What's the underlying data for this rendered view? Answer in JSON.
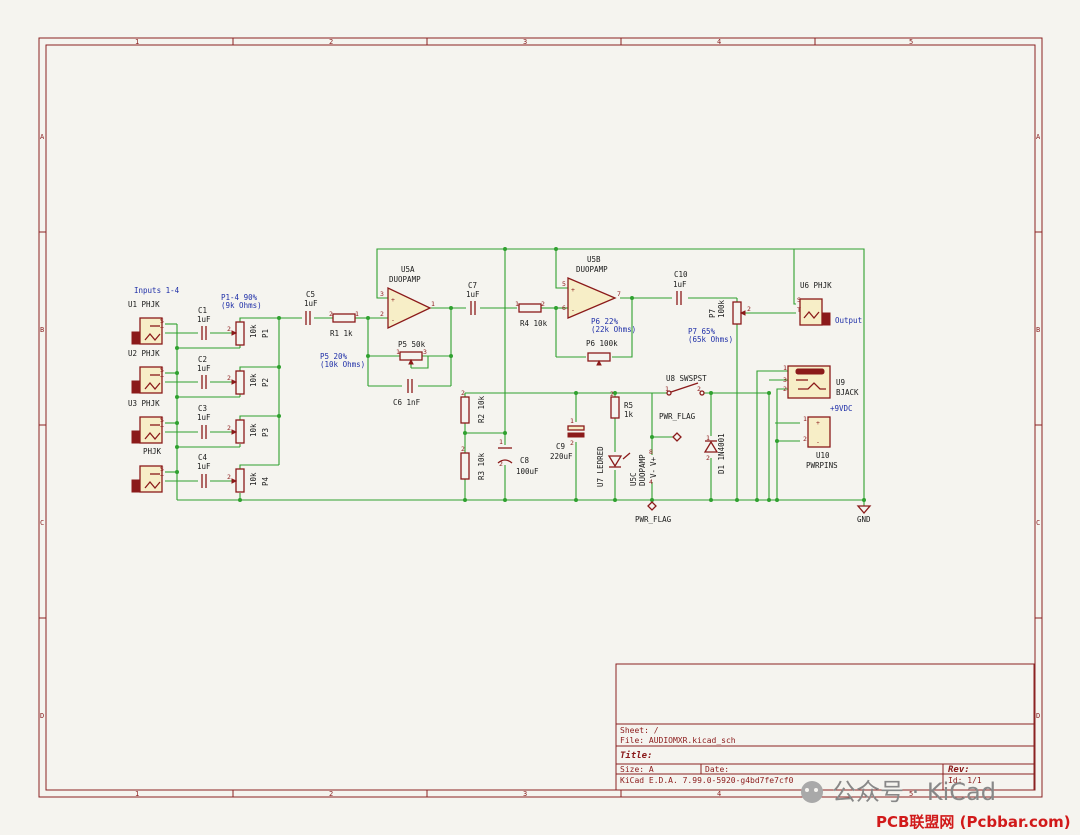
{
  "zones": {
    "cols": [
      "1",
      "2",
      "3",
      "4",
      "5"
    ],
    "rows": [
      "A",
      "B",
      "C",
      "D"
    ]
  },
  "labels": {
    "inputs": "Inputs 1-4",
    "u1": "U1  PHJK",
    "u2": "U2  PHJK",
    "u3": "U3  PHJK",
    "u4": "PHJK",
    "c1": "C1",
    "c1v": "1uF",
    "c2": "C2",
    "c2v": "1uF",
    "c3": "C3",
    "c3v": "1uF",
    "c4": "C4",
    "c4v": "1uF",
    "p14": "P1-4 90%",
    "p14b": "(9k Ohms)",
    "p1": "P1",
    "p2": "P2",
    "p3": "P3",
    "p4": "P4",
    "pval": "10k",
    "c5": "C5",
    "c5v": "1uF",
    "r1": "R1  1k",
    "u5a": "U5A",
    "u5a2": "DUOPAMP",
    "p5": "P5  50k",
    "p5n": "P5 20%",
    "p5nb": "(10k Ohms)",
    "c6": "C6 1nF",
    "c7": "C7",
    "c7v": "1uF",
    "r4": "R4 10k",
    "u5b": "U5B",
    "u5b2": "DUOPAMP",
    "p6n": "P6 22%",
    "p6nb": "(22k Ohms)",
    "p6": "P6  100k",
    "c10": "C10",
    "c10v": "1uF",
    "p7": "P7",
    "p7v": "100k",
    "p7n": "P7 65%",
    "p7nb": "(65k Ohms)",
    "u6": "U6  PHJK",
    "output": "Output",
    "u8": "U8  SWSPST",
    "u9": "U9",
    "u9v": "BJACK",
    "v9": "+9VDC",
    "u10": "U10",
    "u10v": "PWRPINS",
    "r2": "R2 10k",
    "r3": "R3 10k",
    "c8": "C8",
    "c8v": "100uF",
    "c9": "C9",
    "c9v": "220uF",
    "u7": "U7 LEDRED",
    "r5": "R5",
    "r5v": "1k",
    "u5c": "U5C",
    "u5c2": "DUOPAMP",
    "vm": "V-",
    "vp": "V+",
    "pwrflag1": "PWR_FLAG",
    "pwrflag2": "PWR_FLAG",
    "d1": "D1 1N4001",
    "gnd": "GND",
    "pin_s": "S",
    "pin_t": "T",
    "pin1": "1",
    "pin2": "2",
    "pin3": "3",
    "pin4": "4",
    "pin5": "5",
    "pin6": "6",
    "pin7": "7",
    "pin8": "8",
    "plus": "+",
    "minus": "-"
  },
  "title_block": {
    "sheet": "Sheet: /",
    "file": "File: AUDIOMXR.kicad_sch",
    "title": "Title:",
    "size": "Size: A",
    "date": "Date:",
    "rev": "Rev:",
    "kicad": "KiCad E.D.A. 7.99.0-5920-g4bd7fe7cf0",
    "id": "Id: 1/1"
  },
  "watermark": {
    "text": "公众号 · KiCad",
    "site": "PCB联盟网 (Pcbbar.com)"
  }
}
